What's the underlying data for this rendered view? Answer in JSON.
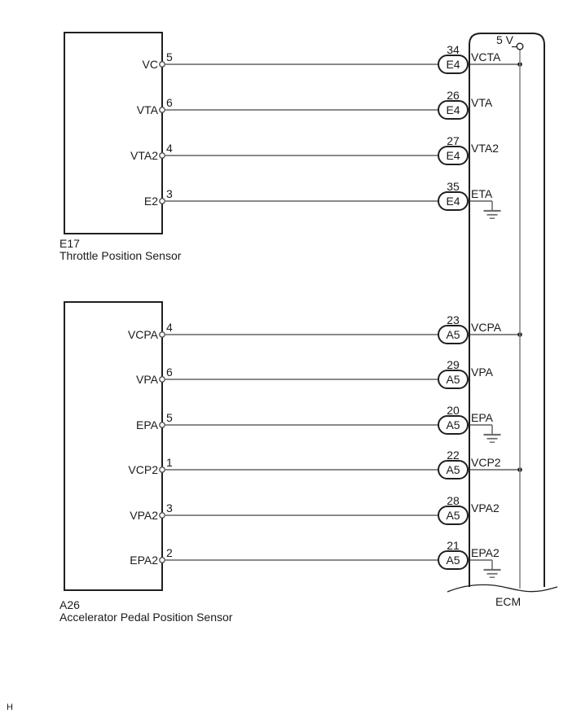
{
  "diagram": {
    "supply_label": "5 V",
    "ecm_label": "ECM",
    "footer_label": "H",
    "colors": {
      "line": "#1f1f1f",
      "wire": "#8a8a8a",
      "inner_wire": "#5f5f5f",
      "ground": "#707070",
      "text": "#1a1a1a"
    },
    "sensors": [
      {
        "id": "E17",
        "name": "Throttle Position Sensor",
        "pins": [
          {
            "pin_label": "VC",
            "pin_number": "5",
            "ecm_connector": "E4",
            "ecm_pin": "34",
            "signal": "VCTA",
            "link": "supply"
          },
          {
            "pin_label": "VTA",
            "pin_number": "6",
            "ecm_connector": "E4",
            "ecm_pin": "26",
            "signal": "VTA",
            "link": "none"
          },
          {
            "pin_label": "VTA2",
            "pin_number": "4",
            "ecm_connector": "E4",
            "ecm_pin": "27",
            "signal": "VTA2",
            "link": "none"
          },
          {
            "pin_label": "E2",
            "pin_number": "3",
            "ecm_connector": "E4",
            "ecm_pin": "35",
            "signal": "ETA",
            "link": "ground"
          }
        ]
      },
      {
        "id": "A26",
        "name": "Accelerator Pedal Position Sensor",
        "pins": [
          {
            "pin_label": "VCPA",
            "pin_number": "4",
            "ecm_connector": "A5",
            "ecm_pin": "23",
            "signal": "VCPA",
            "link": "supply"
          },
          {
            "pin_label": "VPA",
            "pin_number": "6",
            "ecm_connector": "A5",
            "ecm_pin": "29",
            "signal": "VPA",
            "link": "none"
          },
          {
            "pin_label": "EPA",
            "pin_number": "5",
            "ecm_connector": "A5",
            "ecm_pin": "20",
            "signal": "EPA",
            "link": "ground"
          },
          {
            "pin_label": "VCP2",
            "pin_number": "1",
            "ecm_connector": "A5",
            "ecm_pin": "22",
            "signal": "VCP2",
            "link": "supply"
          },
          {
            "pin_label": "VPA2",
            "pin_number": "3",
            "ecm_connector": "A5",
            "ecm_pin": "28",
            "signal": "VPA2",
            "link": "none"
          },
          {
            "pin_label": "EPA2",
            "pin_number": "2",
            "ecm_connector": "A5",
            "ecm_pin": "21",
            "signal": "EPA2",
            "link": "ground"
          }
        ]
      }
    ]
  }
}
